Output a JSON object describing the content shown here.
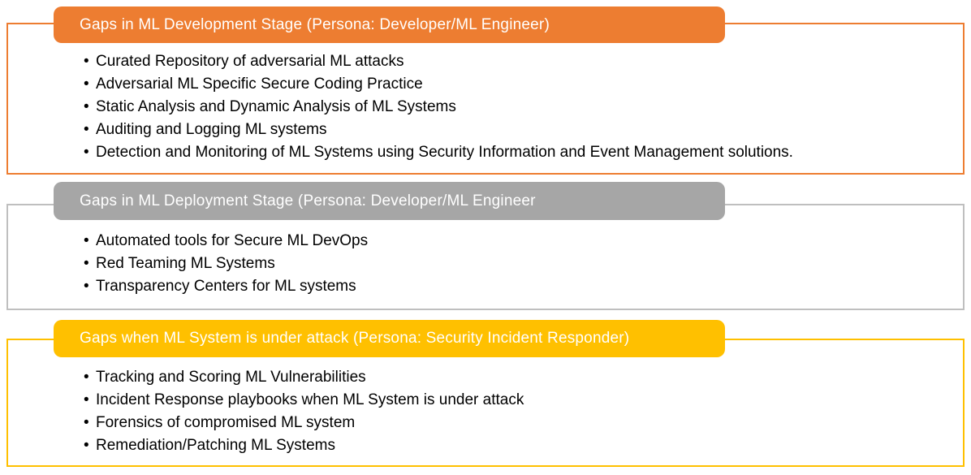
{
  "text_color": "#000000",
  "background_color": "#FFFFFF",
  "sections": [
    {
      "title": "Gaps in ML Development Stage (Persona: Developer/ML Engineer)",
      "accent_color": "#ED7D31",
      "border_color": "#ED7D31",
      "title_text_color": "#FFFFFF",
      "bullets": [
        "Curated Repository of adversarial ML attacks",
        "Adversarial ML Specific Secure Coding Practice",
        "Static Analysis and Dynamic Analysis of ML Systems",
        "Auditing and Logging ML systems",
        "Detection and Monitoring of ML Systems using Security Information and Event Management solutions."
      ]
    },
    {
      "title": "Gaps in ML Deployment Stage (Persona: Developer/ML Engineer",
      "accent_color": "#A6A6A6",
      "border_color": "#BFBFBF",
      "title_text_color": "#FFFFFF",
      "bullets": [
        "Automated tools for Secure ML DevOps",
        "Red Teaming ML Systems",
        "Transparency Centers for ML systems"
      ]
    },
    {
      "title": "Gaps when ML System is under attack (Persona: Security Incident Responder)",
      "accent_color": "#FFC000",
      "border_color": "#FFC000",
      "title_text_color": "#FFFFFF",
      "bullets": [
        "Tracking and Scoring ML Vulnerabilities",
        "Incident Response playbooks when ML System is under attack",
        "Forensics of compromised ML system",
        "Remediation/Patching ML Systems"
      ]
    }
  ]
}
